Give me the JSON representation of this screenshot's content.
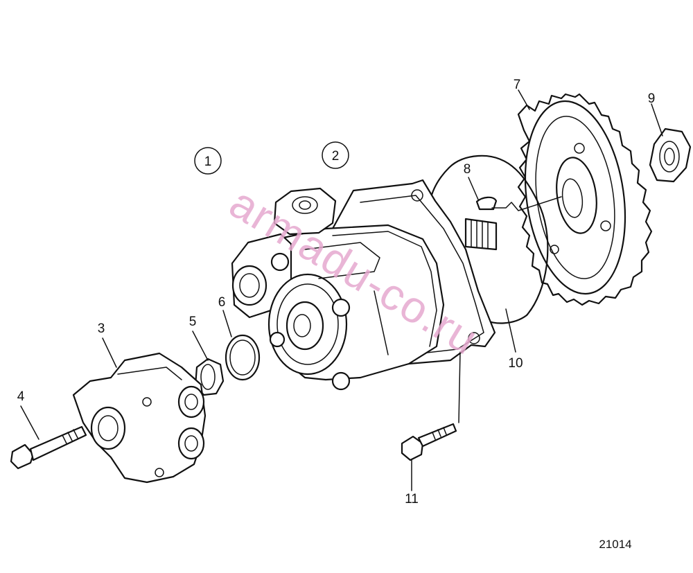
{
  "callouts": {
    "c1": "1",
    "c2": "2",
    "c3": "3",
    "c4": "4",
    "c5": "5",
    "c6": "6",
    "c7": "7",
    "c8": "8",
    "c9": "9",
    "c10": "10",
    "c11": "11"
  },
  "drawing_code": "21014",
  "watermark": "armadu-co.ru"
}
